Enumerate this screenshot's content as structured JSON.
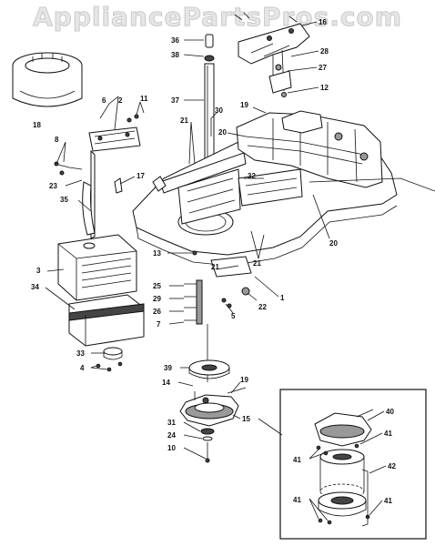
{
  "watermark": "AppliancePartsPros.com",
  "labels": {
    "l1": "1",
    "l2": "2",
    "l3": "3",
    "l4": "4",
    "l5": "5",
    "l6": "6",
    "l7": "7",
    "l8": "8",
    "l10": "10",
    "l11": "11",
    "l12": "12",
    "l13": "13",
    "l14": "14",
    "l15": "15",
    "l16": "16",
    "l17": "17",
    "l18": "18",
    "l19a": "19",
    "l19b": "19",
    "l20a": "20",
    "l20b": "20",
    "l21a": "21",
    "l21b": "21",
    "l21c": "21",
    "l22": "22",
    "l23": "23",
    "l24": "24",
    "l25": "25",
    "l26": "26",
    "l27": "27",
    "l28": "28",
    "l29": "29",
    "l30": "30",
    "l31": "31",
    "l32": "32",
    "l33": "33",
    "l34": "34",
    "l35": "35",
    "l36": "36",
    "l37": "37",
    "l38": "38",
    "l39": "39",
    "l40": "40",
    "l41a": "41",
    "l41b": "41",
    "l41c": "41",
    "l41d": "41",
    "l42": "42"
  }
}
